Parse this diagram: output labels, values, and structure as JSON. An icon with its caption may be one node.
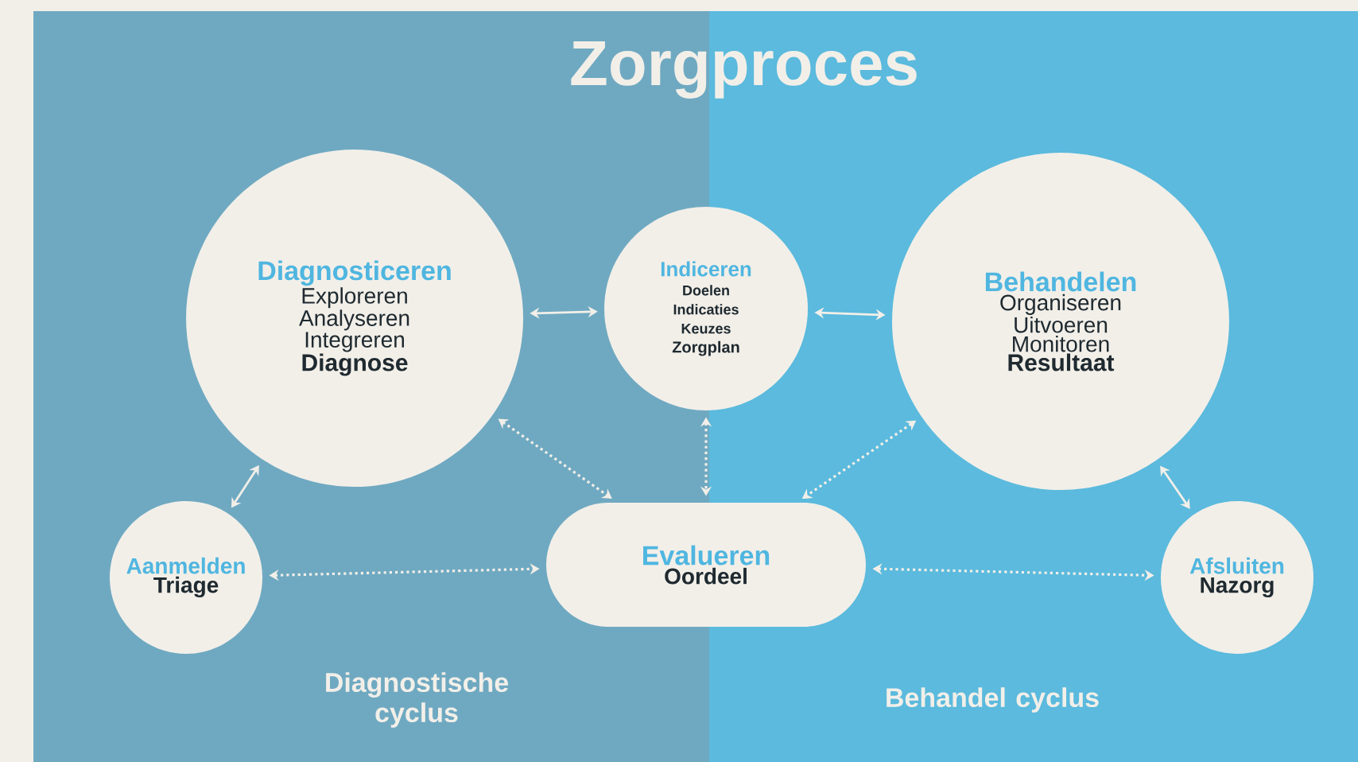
{
  "diagram": {
    "title": "Zorgproces",
    "nodes": [
      {
        "text": [
          "Diagnosticeren",
          "Exploreren",
          "Analyseren",
          "Integreren",
          "Diagnose"
        ]
      },
      {
        "text": [
          "Indiceren",
          "Doelen",
          "Indicaties",
          "Keuzes",
          "Zorgplan"
        ]
      },
      {
        "text": [
          "Behandelen",
          "Organiseren",
          "Uitvoeren",
          "Monitoren",
          "Resultaat"
        ]
      },
      {
        "text": [
          "Aanmelden",
          "Triage"
        ]
      },
      {
        "text": [
          "Evalueren",
          "Oordeel"
        ]
      },
      {
        "text": [
          "Afsluiten",
          "Nazorg"
        ]
      }
    ],
    "edges": [
      {
        "from": 0,
        "to": 1,
        "arrow": "both"
      },
      {
        "from": 1,
        "to": 2,
        "arrow": "both"
      },
      {
        "from": 3,
        "to": 0,
        "arrow": "both"
      },
      {
        "from": 0,
        "to": 4,
        "arrow": "both",
        "style": "dashed"
      },
      {
        "from": 1,
        "to": 4,
        "arrow": "both",
        "style": "dashed"
      },
      {
        "from": 2,
        "to": 4,
        "arrow": "both",
        "style": "dashed"
      },
      {
        "from": 2,
        "to": 5,
        "arrow": "both"
      },
      {
        "from": 3,
        "to": 4,
        "arrow": "both",
        "style": "dashed"
      },
      {
        "from": 4,
        "to": 5,
        "arrow": "both",
        "style": "dashed"
      }
    ],
    "labels": [
      "Diagnostische cyclus",
      "Behandel cyclus"
    ]
  }
}
